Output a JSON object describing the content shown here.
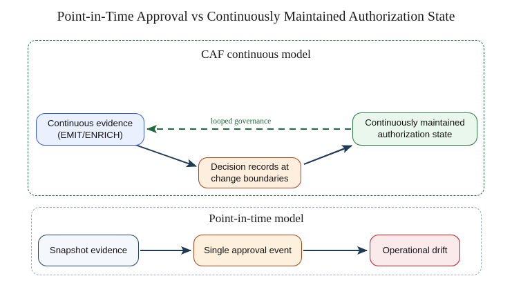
{
  "title": "Point-in-Time Approval vs Continuously Maintained Authorization State",
  "colors": {
    "caf_border": "#1f6b3d",
    "pit_border": "#9aa8c4",
    "arrow_dark": "#1f3a57",
    "arrow_green": "#1f6b3d",
    "blue_node_border": "#3b5ddb",
    "blue_node_fill": "#eaf0fd",
    "orange_node_border": "#a8431b",
    "orange_node_fill": "#fdeede",
    "green_node_border": "#2b7a45",
    "green_node_fill": "#e9f7ec",
    "navy_node_border": "#1f4466",
    "navy_node_fill": "#f4f8fc",
    "red_node_border": "#c9161d",
    "red_node_fill": "#fbeaec",
    "text": "#111111"
  },
  "clusters": {
    "caf": {
      "label": "CAF continuous model",
      "border_style": "dashed",
      "border_color": "#1f6b3d"
    },
    "point_in_time": {
      "label": "Point-in-time model",
      "border_style": "dashed",
      "border_color": "#9aa8c4"
    }
  },
  "nodes": {
    "continuous_evidence": {
      "label": "Continuous evidence\n(EMIT/ENRICH)",
      "cluster": "caf"
    },
    "decision_records": {
      "label": "Decision records at\nchange boundaries",
      "cluster": "caf"
    },
    "authorization_state": {
      "label": "Continuously maintained\nauthorization state",
      "cluster": "caf"
    },
    "snapshot_evidence": {
      "label": "Snapshot evidence",
      "cluster": "point_in_time"
    },
    "single_approval_event": {
      "label": "Single approval event",
      "cluster": "point_in_time"
    },
    "operational_drift": {
      "label": "Operational drift",
      "cluster": "point_in_time"
    }
  },
  "edges": [
    {
      "from": "continuous_evidence",
      "to": "decision_records",
      "label": "",
      "style": "solid",
      "color": "#1f3a57"
    },
    {
      "from": "decision_records",
      "to": "authorization_state",
      "label": "",
      "style": "solid",
      "color": "#1f3a57"
    },
    {
      "from": "authorization_state",
      "to": "continuous_evidence",
      "label": "looped governance",
      "style": "dashed",
      "color": "#1f6b3d"
    },
    {
      "from": "snapshot_evidence",
      "to": "single_approval_event",
      "label": "",
      "style": "solid",
      "color": "#1f3a57"
    },
    {
      "from": "single_approval_event",
      "to": "operational_drift",
      "label": "",
      "style": "solid",
      "color": "#1f3a57"
    }
  ]
}
